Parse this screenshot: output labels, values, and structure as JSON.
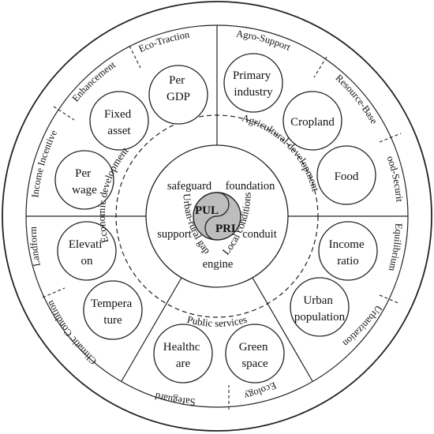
{
  "center": {
    "top": "PUL",
    "bottom": "PRL"
  },
  "core_labels": [
    "safeguard",
    "foundation",
    "support",
    "conduit",
    "engine"
  ],
  "middle_ring_labels": [
    "Economic development",
    "Agricultural development",
    "Local conditions",
    "Urban-rural gap",
    "Public services"
  ],
  "nodes": [
    {
      "text": [
        "Per",
        "GDP"
      ]
    },
    {
      "text": [
        "Fixed",
        "asset"
      ]
    },
    {
      "text": [
        "Per",
        "wage"
      ]
    },
    {
      "text": [
        "Primary",
        "industry"
      ]
    },
    {
      "text": [
        "Cropland"
      ]
    },
    {
      "text": [
        "Food"
      ]
    },
    {
      "text": [
        "Elevati",
        "on"
      ]
    },
    {
      "text": [
        "Tempera",
        "ture"
      ]
    },
    {
      "text": [
        "Income",
        "ratio"
      ]
    },
    {
      "text": [
        "Urban",
        "population"
      ]
    },
    {
      "text": [
        "Healthc",
        "are"
      ]
    },
    {
      "text": [
        "Green",
        "space"
      ]
    }
  ],
  "outer_ring_labels": [
    "Eco-Traction",
    "Enhancement",
    "Income Incentive",
    "Agro-Support",
    "Resource-Base",
    "Food-Security",
    "Equilibrium",
    "Urbanization",
    "Ecology",
    "Safeguard",
    "Climatic Condition",
    "Landform"
  ],
  "colors": {
    "line": "#222222",
    "center_fill": "#bdbdbd",
    "background": "#ffffff"
  }
}
